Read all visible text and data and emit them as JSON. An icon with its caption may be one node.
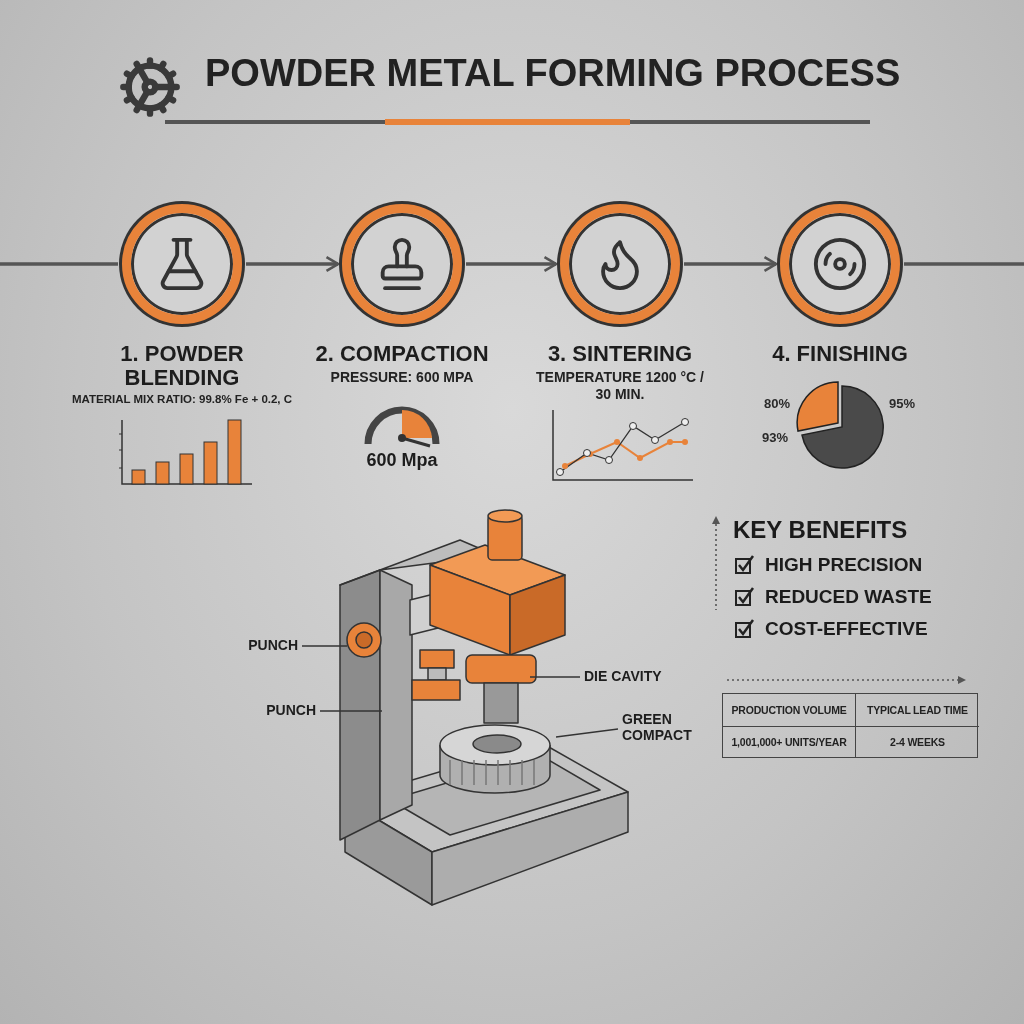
{
  "diagram": {
    "title": "POWDER METAL FORMING PROCESS",
    "nodes": [
      {
        "text": [
          "1. POWDER BLENDING",
          "MATERIAL MIX RATIO: 99.8% Fe + 0.2, C"
        ]
      },
      {
        "text": [
          "2. COMPACTION",
          "PRESSURE: 600 MPA",
          "600 Mpa"
        ]
      },
      {
        "text": [
          "3. SINTERING",
          "TEMPERATURE 1200 °C / 30 MIN."
        ]
      },
      {
        "text": [
          "4. FINISHING"
        ]
      },
      {
        "text": [
          "PUNCH"
        ]
      },
      {
        "text": [
          "PUNCH"
        ]
      },
      {
        "text": [
          "DIE CAVITY"
        ]
      },
      {
        "text": [
          "GREEN COMPACT"
        ]
      }
    ],
    "edges": [
      {
        "from": null,
        "to": 0,
        "arrow": "none"
      },
      {
        "from": 0,
        "to": 1,
        "arrow": "to"
      },
      {
        "from": 1,
        "to": 2,
        "arrow": "to"
      },
      {
        "from": 2,
        "to": 3,
        "arrow": "to"
      },
      {
        "from": 3,
        "to": null,
        "arrow": "none"
      },
      {
        "from": 4,
        "to": null,
        "arrow": "none"
      },
      {
        "from": 5,
        "to": null,
        "arrow": "none"
      },
      {
        "from": 6,
        "to": null,
        "arrow": "none"
      },
      {
        "from": 7,
        "to": null,
        "arrow": "none"
      }
    ],
    "labels": [
      "80%",
      "95%",
      "93%",
      "KEY BENEFITS",
      "HIGH PRECISION",
      "REDUCED WASTE",
      "COST-EFFECTIVE",
      "PRODUCTION VOLUME",
      "TYPICAL LEAD TIME",
      "1,001,000+ UNITS/YEAR",
      "2-4 WEEKS"
    ]
  }
}
